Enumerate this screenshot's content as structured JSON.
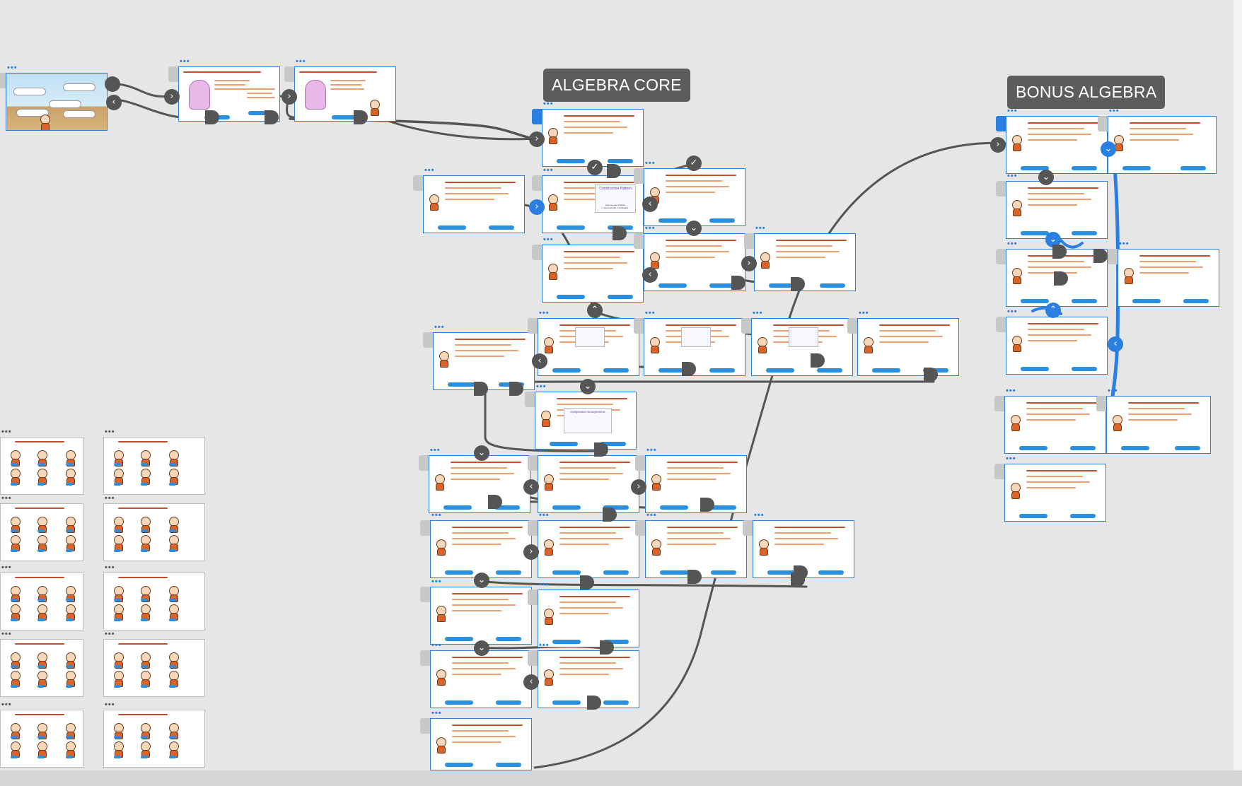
{
  "groups": {
    "algebra_core": "ALGEBRA CORE",
    "bonus_algebra": "BONUS ALGEBRA"
  },
  "colors": {
    "canvas": "#e6e6e6",
    "card_border": "#2b7fe0",
    "wire": "#555555",
    "wire_active": "#2b7fe0",
    "label_bg": "#5c5c5c",
    "text_accent": "#c05030"
  },
  "cards_preview": {
    "construction_title": "Construction Pattern",
    "construction_sub1": "How can we program",
    "construction_sub2": "1 pyramid with 7 rectangles",
    "mult_title": "Multiplication Arrangements"
  },
  "icons": {
    "expand": "chevron-right-icon",
    "collapse": "chevron-left-icon",
    "check": "check-icon",
    "more": "more-dots-icon"
  }
}
